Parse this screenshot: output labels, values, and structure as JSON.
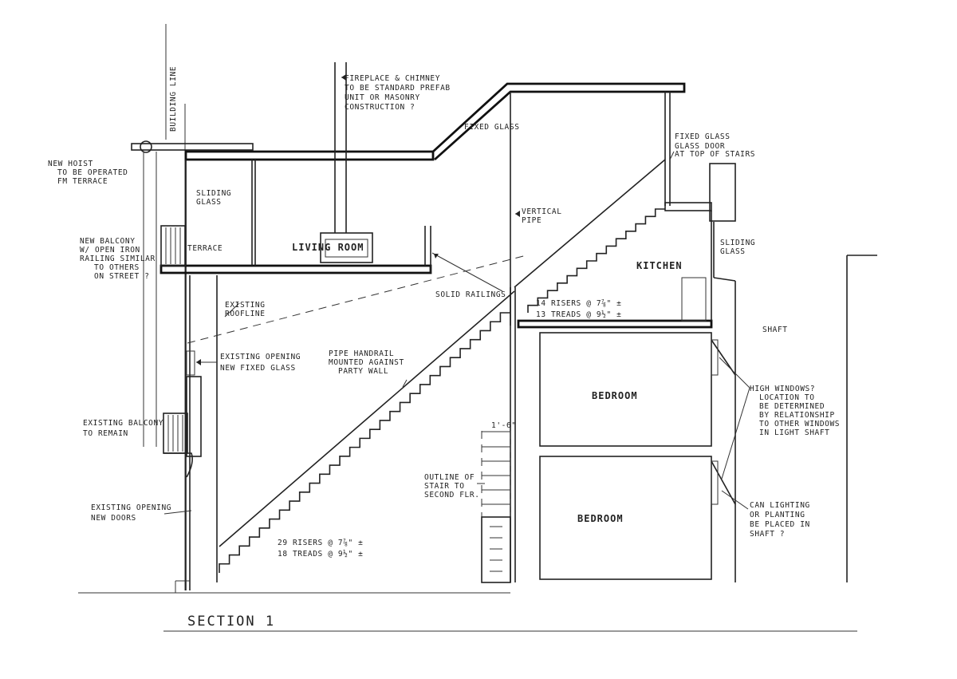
{
  "title": "SECTION 1",
  "annotations": {
    "building_line": "BUILDING LINE",
    "new_hoist_1": "NEW HOIST",
    "new_hoist_2": "TO BE OPERATED",
    "new_hoist_3": "FM TERRACE",
    "sliding_glass_1": "SLIDING",
    "sliding_glass_2": "GLASS",
    "new_balcony_1": "NEW BALCONY",
    "new_balcony_2": "W/ OPEN IRON",
    "new_balcony_3": "RAILING SIMILAR",
    "new_balcony_4": "TO OTHERS",
    "new_balcony_5": "ON STREET ?",
    "terrace": "TERRACE",
    "fireplace_1": "FIREPLACE & CHIMNEY",
    "fireplace_2": "TO BE STANDARD PREFAB",
    "fireplace_3": "UNIT OR MASONRY",
    "fireplace_4": "CONSTRUCTION ?",
    "fixed_glass": "FIXED GLASS",
    "fixed_glass_door_1": "FIXED GLASS",
    "fixed_glass_door_2": "GLASS DOOR",
    "fixed_glass_door_3": "AT TOP OF STAIRS",
    "vertical_pipe_1": "VERTICAL",
    "vertical_pipe_2": "PIPE",
    "living_room": "LIVING ROOM",
    "kitchen": "KITCHEN",
    "sliding_glass_k_1": "SLIDING",
    "sliding_glass_k_2": "GLASS",
    "solid_railings": "SOLID RAILINGS",
    "existing_roofline_1": "EXISTING",
    "existing_roofline_2": "ROOFLINE",
    "upper_stair_1": "14 RISERS @ 7⅞\" ±",
    "upper_stair_2": "13 TREADS @ 9½\" ±",
    "shaft": "SHAFT",
    "existing_opening_1": "EXISTING OPENING",
    "existing_opening_2": "NEW FIXED GLASS",
    "pipe_handrail_1": "PIPE HANDRAIL",
    "pipe_handrail_2": "MOUNTED AGAINST",
    "pipe_handrail_3": "PARTY WALL",
    "bedroom_1": "BEDROOM",
    "bedroom_2": "BEDROOM",
    "high_windows_1": "HIGH WINDOWS?",
    "high_windows_2": "LOCATION TO",
    "high_windows_3": "BE DETERMINED",
    "high_windows_4": "BY RELATIONSHIP",
    "high_windows_5": "TO OTHER WINDOWS",
    "high_windows_6": "IN LIGHT SHAFT",
    "existing_balcony_1": "EXISTING BALCONY",
    "existing_balcony_2": "TO REMAIN",
    "dim_1_6": "1'-6\"",
    "outline_stair_1": "OUTLINE OF",
    "outline_stair_2": "STAIR TO",
    "outline_stair_3": "SECOND FLR.",
    "existing_opening_b_1": "EXISTING OPENING",
    "existing_opening_b_2": "NEW DOORS",
    "lower_stair_1": "29 RISERS @ 7⅞\" ±",
    "lower_stair_2": "18 TREADS @ 9½\" ±",
    "can_lighting_1": "CAN LIGHTING",
    "can_lighting_2": "OR PLANTING",
    "can_lighting_3": "BE PLACED IN",
    "can_lighting_4": "SHAFT ?"
  }
}
